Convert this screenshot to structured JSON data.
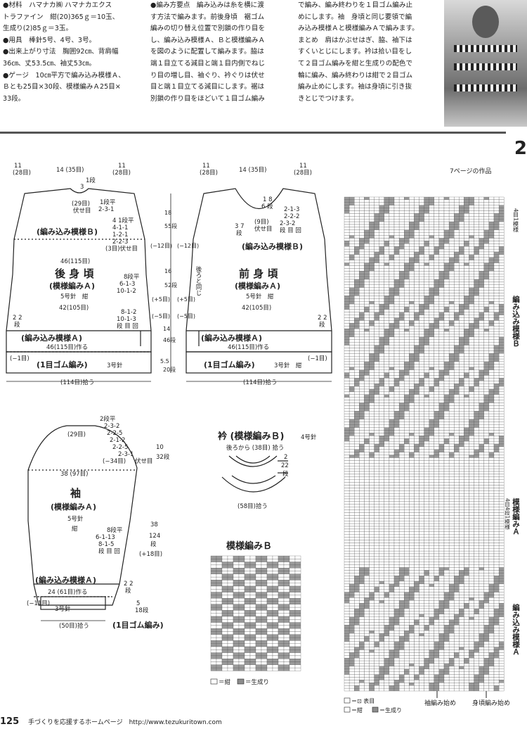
{
  "header": {
    "col1": [
      "●材料　ハマナカ㈱ ハマナカエクス",
      "トラファイン　紺(20)365ｇ＝10玉、",
      "生成り(2)85ｇ＝3玉。",
      "●用具　棒針5号、4号、3号。",
      "●出来上がり寸法　胸囲92㎝、背肩幅",
      "36㎝、丈53.5㎝、袖丈53㎝。",
      "●ゲージ　10㎝平方で編み込み模様Ａ、",
      "Ｂとも25目×30段、模様編みＡ25目×",
      "33段。"
    ],
    "col2": [
      "●編み方要点　編み込みは糸を横に渡",
      "す方法で編みます。前後身頃　裾ゴム",
      "編みの切り替え位置で別鎖の作り目を",
      "し、編み込み模様Ａ、Ｂと模様編みＡ",
      "を図のように配置して編みます。脇は",
      "端１目立てる減目と端１目内側でねじ",
      "り目の増し目、袖ぐり、衿ぐりは伏せ",
      "目と端１目立てる減目にします。裾は",
      "別鎖の作り目をほどいて１目ゴム編み"
    ],
    "col3": [
      "で編み、編み終わりを１目ゴム編み止",
      "めにします。袖　身頃と同じ要領で編",
      "み込み模様Ａと模様編みＡで編みます。",
      "まとめ　肩はかぶせはぎ、脇、袖下は",
      "すくいとじにします。衿は拾い目をし",
      "て２目ゴム編みを紺と生成りの配色で",
      "輪に編み、編み終わりは紺で２目ゴム",
      "編み止めにします。袖は身頃に引き抜",
      "きとじでつけます。"
    ],
    "page_ref": "7ページの作品",
    "page_section": "2"
  },
  "back": {
    "top_dims": [
      "11",
      "(28目)",
      "14 (35目)",
      "11",
      "(28目)"
    ],
    "neck": [
      "1段",
      "3"
    ],
    "neck_st": [
      "(29目)",
      "伏せ目"
    ],
    "neck_dec": [
      "1段平",
      "2-3-1"
    ],
    "arm_dec": [
      "4 1段平",
      "4-1-1",
      "1-2-1",
      "2-2-3",
      "(3目)伏せ目"
    ],
    "yoke_label": "(編み込み模様Ｂ)",
    "chest": "46(115目)",
    "title": "後 身 頃",
    "sub": "(模様編みＡ)",
    "needle": "5号針　紺",
    "side_inc": [
      "8段平",
      "6-1-3",
      "10-1-2"
    ],
    "waist": "42(105目)",
    "side_dec": [
      "8-1-2",
      "10-1-3",
      "段 目 回"
    ],
    "band_a": "(編み込み模様Ａ)",
    "band_a_rows": [
      "2 2",
      "段"
    ],
    "cast_on": "46(115目)作る",
    "rib": "(1目ゴム編み)",
    "rib_needle": "3号針",
    "rib_left": "(−1目)",
    "pickup": "(114目)拾う"
  },
  "vertical": [
    "18",
    "55段",
    "(−12目)",
    "(−12目)",
    "16",
    "52段",
    "(+5目)",
    "(+5目)",
    "(−5目)",
    "(−5目)",
    "14",
    "46段",
    "5.5",
    "20段"
  ],
  "front": {
    "top_dims": [
      "11",
      "(28目)",
      "14 (35目)",
      "11",
      "(28目)"
    ],
    "neck": [
      "1 8",
      "6 段",
      "(9目)",
      "伏せ目"
    ],
    "neck_dec": [
      "2-1-3",
      "2-2-2",
      "2-3-2",
      "段 目 回"
    ],
    "neck_rows": [
      "3 7",
      "段"
    ],
    "yoke_label": "(編み込み模様Ｂ)",
    "same": "後ろと同じ",
    "title": "前 身 頃",
    "sub": "(模様編みＡ)",
    "needle": "5号針　紺",
    "waist": "42(105目)",
    "band_a": "(編み込み模様Ａ)",
    "band_a_rows": [
      "2 2",
      "段"
    ],
    "cast_on": "46(115目)作る",
    "rib": "(1目ゴム編み)",
    "rib_needle": "3号針　紺",
    "rib_right": "(−1目)",
    "pickup": "(114目)拾う",
    "left_marks": [
      "(−12目)",
      "(+5目)",
      "(−5目)"
    ]
  },
  "sleeve": {
    "cap_dec": [
      "2段平",
      "2-3-2",
      "2-2-5",
      "2-1-2",
      "2-2-5",
      "2-3-1",
      "伏せ目"
    ],
    "cap_top": "(29目)",
    "cap_rows": [
      "10",
      "32段"
    ],
    "cap_side": "(−34目)",
    "width": "38 (97目)",
    "title": "袖",
    "sub": "(模様編みＡ)",
    "needle": "5号針",
    "color": "紺",
    "inc": [
      "8段平",
      "6-1-13",
      "8-1-5",
      "段 目 回"
    ],
    "length": [
      "38",
      "124",
      "段"
    ],
    "inc_total": "(+18目)",
    "band_a": "(編み込み模様Ａ)",
    "band_a_rows": [
      "2 2",
      "段"
    ],
    "cast_on": "24 (61目)作る",
    "rib_dec": "(−11目)",
    "rib_needle": "3号針",
    "rib_rows": [
      "5",
      "18段"
    ],
    "pickup": "(50目)拾う",
    "rib": "(1目ゴム編み)"
  },
  "collar": {
    "title": "衿 (模様編みＢ)",
    "needle": "4号針",
    "back_pick": "後ろから (38目) 拾う",
    "rows": [
      "2",
      "22",
      "段"
    ],
    "front_pick": "(58目)拾う"
  },
  "chart_b": {
    "title": "模様編みＢ",
    "legend": [
      "＝紺",
      "＝生成り"
    ]
  },
  "chart_main": {
    "right_labels": [
      "4目1模様",
      "編み込み模様Ｂ",
      "模様編みＡ",
      "4目4段1模様",
      "編み込み模様Ａ"
    ],
    "bottom": [
      "袖編み始め",
      "身頃編み始め"
    ],
    "legend": [
      "＝⊡ 表目",
      "＝紺",
      "＝生成り"
    ]
  },
  "footer": {
    "page": "125",
    "text": "手づくりを応援するホームページ　http://www.tezukuritown.com"
  }
}
